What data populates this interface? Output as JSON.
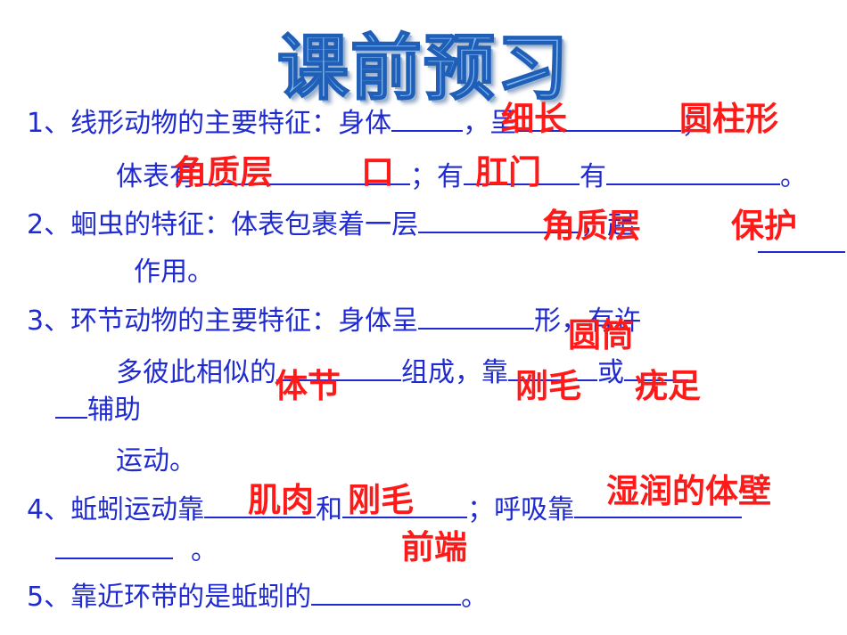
{
  "title": "课前预习",
  "q1": {
    "num": "1、",
    "a": "线形动物的主要特征：身体",
    "b": "，呈",
    "c": "；",
    "d": "体表有",
    "e": "；有",
    "f": "有",
    "g": "。"
  },
  "q2": {
    "num": "2、",
    "a": "蛔虫的特征：体表包裹着一层",
    "b": "，起",
    "c": "作用。"
  },
  "q3": {
    "num": "3、",
    "a": "环节动物的主要特征：身体呈",
    "b": "形，有许",
    "c": "多彼此相似的",
    "d": "组成，靠",
    "e": "或",
    "f": "辅助",
    "g": "运动。"
  },
  "q4": {
    "num": "4、",
    "a": "蚯蚓运动靠",
    "b": "和",
    "c": "；呼吸靠",
    "d": "。"
  },
  "q5": {
    "num": "5、",
    "a": "靠近环带的是蚯蚓的",
    "b": "。"
  },
  "answers": {
    "xichang": "细长",
    "yuanzhuxing": "圆柱形",
    "jiaozhiceng1": "角质层",
    "kou": "口",
    "gangmen": "肛门",
    "jiaozhiceng2": "角质层",
    "baohu": "保护",
    "yuantong": "圆筒",
    "tijie": "体节",
    "gangmao1": "刚毛",
    "pangzu": "疣足",
    "jirou": "肌肉",
    "gangmao2": "刚毛",
    "shirun": "湿润的体壁",
    "qianduan": "前端"
  },
  "colors": {
    "text": "#1f2bd0",
    "answer": "#ff1a1a",
    "title": "#7fb6f0"
  }
}
